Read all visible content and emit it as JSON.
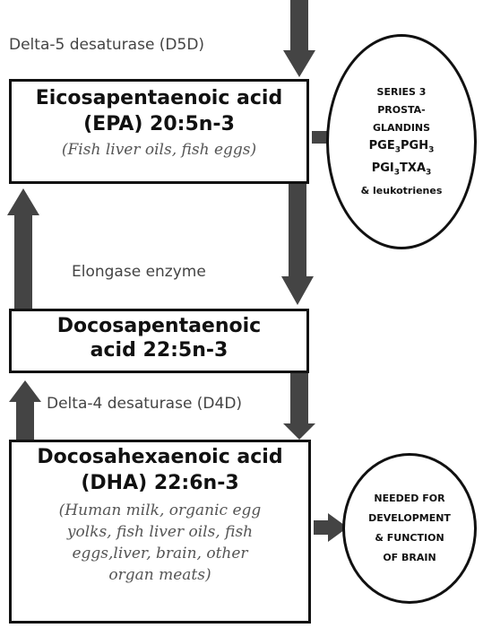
{
  "labels": {
    "d5d": "Delta-5 desaturase (D5D)",
    "elongase": "Elongase enzyme",
    "d4d": "Delta-4 desaturase (D4D)"
  },
  "epa": {
    "line1": "Eicosapentaenoic acid",
    "line2": "(EPA) 20:5n-3",
    "source": "(Fish liver oils, fish eggs)"
  },
  "dpa": {
    "line1": "Docosapentaenoic",
    "line2": "acid 22:5n-3"
  },
  "dha": {
    "line1": "Docosahexaenoic acid",
    "line2": "(DHA) 22:6n-3",
    "source": [
      "(Human milk, organic egg",
      "yolks, fish liver oils, fish",
      "eggs,liver, brain, other",
      "organ meats)"
    ]
  },
  "series3_oval": {
    "line1": "SERIES 3",
    "line2": "PROSTA-",
    "line3": "GLANDINS",
    "pg_a": {
      "base": "PGE",
      "sub": "3"
    },
    "pg_b": {
      "base": "PGH",
      "sub": "3"
    },
    "pg_c": {
      "base": "PGI",
      "sub": "3"
    },
    "pg_d": {
      "base": "TXA",
      "sub": "3"
    },
    "line6": "& leukotrienes"
  },
  "brain_oval": {
    "line1": "NEEDED FOR",
    "line2": "DEVELOPMENT",
    "line3": "& FUNCTION",
    "line4": "OF BRAIN"
  },
  "colors": {
    "arrow": "#444444",
    "box_border": "#111111",
    "label_text": "#444444"
  }
}
